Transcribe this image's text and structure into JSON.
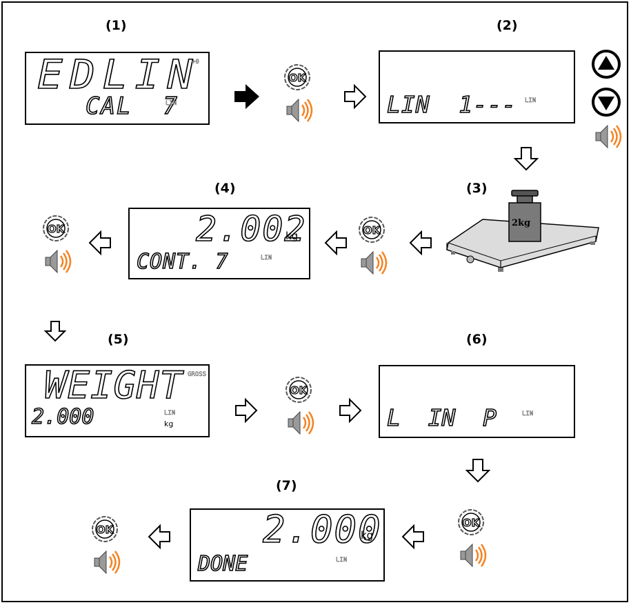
{
  "steps": [
    {
      "label": "(1)",
      "line1": "EDLIN",
      "line2": "CAL  7"
    },
    {
      "label": "(2)",
      "line1": "",
      "line2": "LIN  1---"
    },
    {
      "label": "(3)"
    },
    {
      "label": "(4)",
      "line1": "2.002",
      "unit": "kg",
      "line2": "CONT. 7"
    },
    {
      "label": "(5)",
      "line1": "WEIGHT",
      "line2": "2.000",
      "unit": "kg"
    },
    {
      "label": "(6)",
      "line1": "",
      "line2": "L  IN  P"
    },
    {
      "label": "(7)",
      "line1": "2.000",
      "unit": "kg",
      "line2": "DONE"
    }
  ],
  "ok_button": {
    "label": "OK"
  },
  "weight": {
    "label": "2kg"
  },
  "colors": {
    "sound_waves": "#f58220",
    "speaker": "#9a9a9a"
  }
}
